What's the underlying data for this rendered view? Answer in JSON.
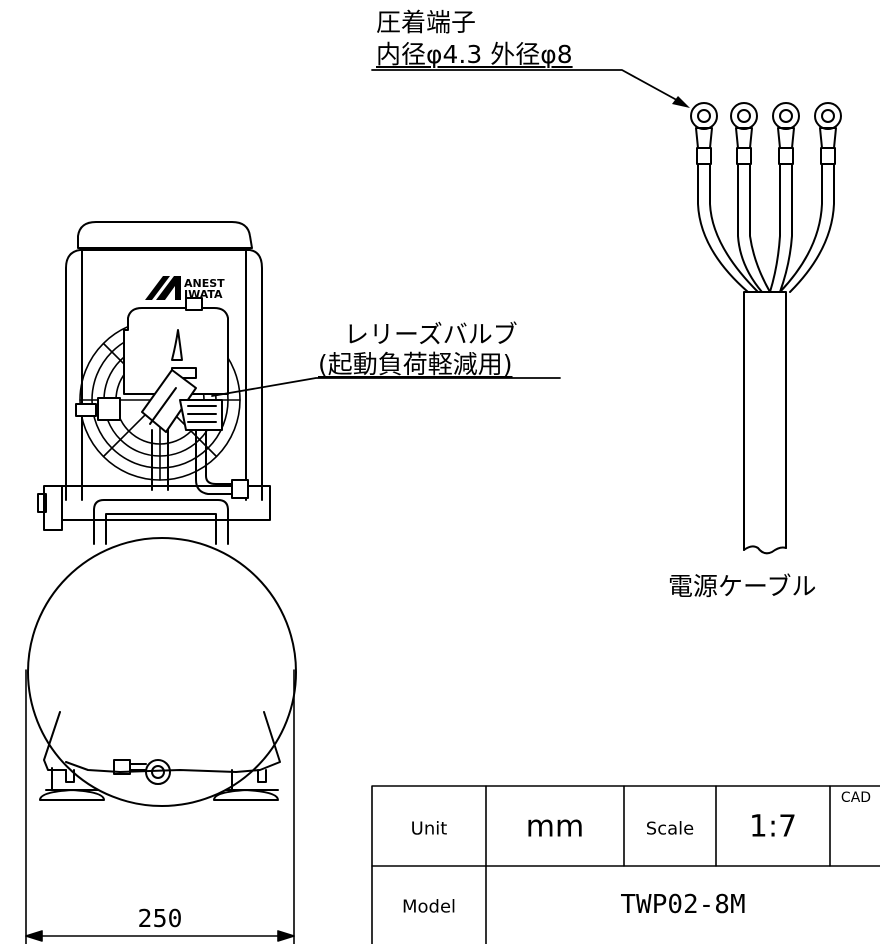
{
  "annotations": {
    "terminal_title": "圧着端子",
    "terminal_spec": "内径φ4.3 外径φ8",
    "release_valve": "レリーズバルブ",
    "release_valve_note": "(起動負荷軽減用)",
    "power_cable": "電源ケーブル"
  },
  "brand": {
    "line1": "ANEST",
    "line2": "IWATA"
  },
  "dimensions": {
    "width": "250"
  },
  "title_block": {
    "unit_label": "Unit",
    "unit_value": "mm",
    "scale_label": "Scale",
    "scale_value": "1:7",
    "cad_label": "CAD",
    "model_label": "Model",
    "model_value": "TWP02-8M"
  }
}
